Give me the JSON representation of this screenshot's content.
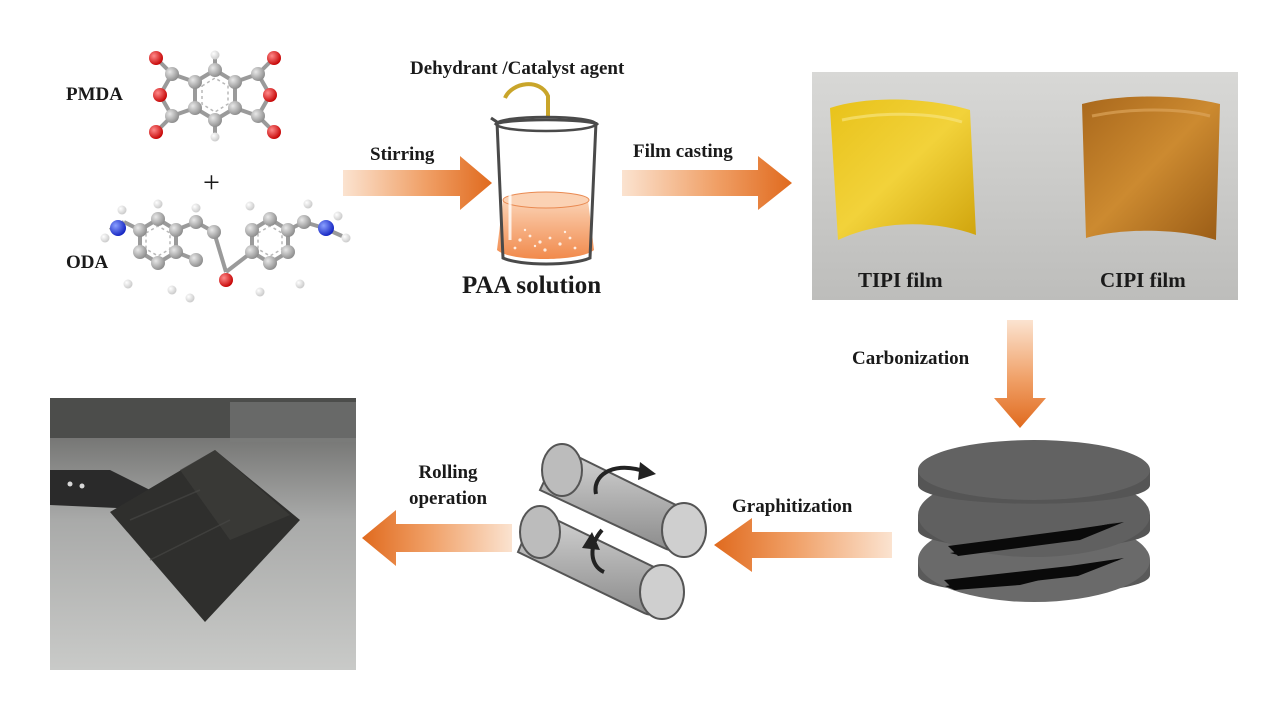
{
  "reagents": {
    "pmda": "PMDA",
    "plus": "+",
    "oda": "ODA"
  },
  "steps": {
    "dehydrant": "Dehydrant /Catalyst agent",
    "stirring": "Stirring",
    "paa_solution": "PAA solution",
    "film_casting": "Film casting",
    "carbonization": "Carbonization",
    "graphitization": "Graphitization",
    "rolling_line1": "Rolling",
    "rolling_line2": "operation"
  },
  "films": {
    "tipi": "TIPI film",
    "cipi": "CIPI film"
  },
  "colors": {
    "arrow": "#e8782e",
    "tipi_film": "#e0b612",
    "cipi_film": "#c07a20",
    "solution": "#f6a36f",
    "carbon_disc": "#5c5c5c",
    "roller": "#b4b4b4"
  },
  "icons": [
    "pmda-molecule-icon",
    "oda-molecule-icon",
    "beaker-icon",
    "film-photo",
    "carbon-stack-icon",
    "rollers-icon",
    "graphite-film-photo"
  ]
}
